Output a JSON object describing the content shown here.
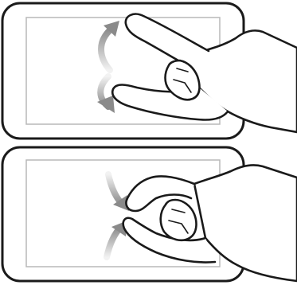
{
  "panels": [
    {
      "gesture": "pinch-open",
      "arrows": "outward"
    },
    {
      "gesture": "pinch-close",
      "arrows": "inward"
    }
  ],
  "colors": {
    "outline": "#1a1a1a",
    "screen_border": "#bdbdbd",
    "arrow_light": "#f0f0f0",
    "arrow_dark": "#8c8c8c",
    "hand_fill": "#ffffff"
  }
}
